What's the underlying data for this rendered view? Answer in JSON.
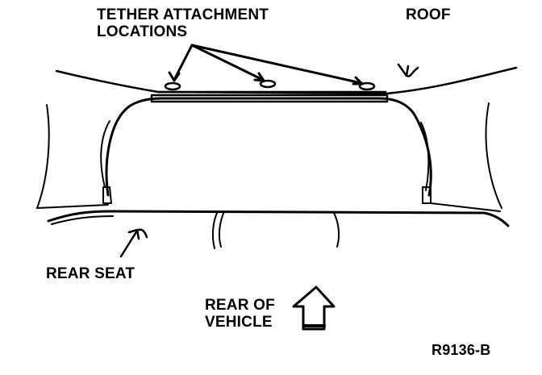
{
  "labels": {
    "tether_line1": "TETHER ATTACHMENT",
    "tether_line2": "LOCATIONS",
    "roof": "ROOF",
    "rear_seat": "REAR SEAT",
    "rear_of_vehicle_line1": "REAR OF",
    "rear_of_vehicle_line2": "VEHICLE",
    "figure_id": "R9136-B"
  }
}
